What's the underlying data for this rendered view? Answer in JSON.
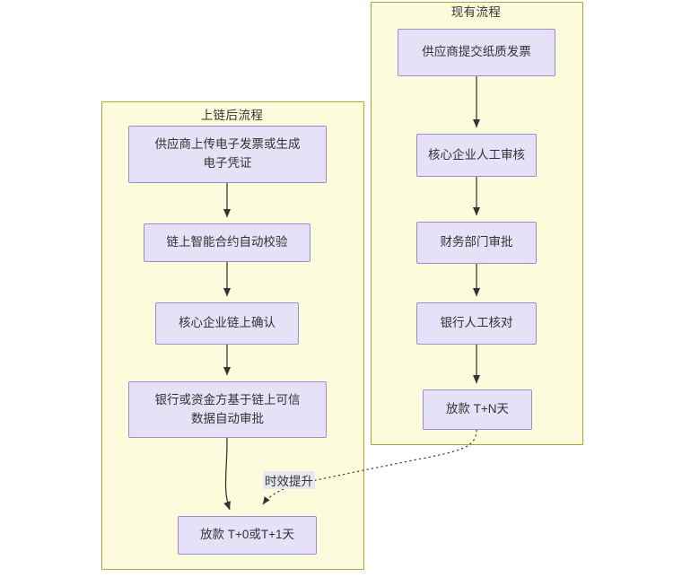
{
  "diagram": {
    "type": "flowchart",
    "title": "",
    "colors": {
      "panel_fill": "#fcfbdc",
      "panel_border": "#aaaa33",
      "node_fill": "#e5e1f7",
      "node_border": "#9d8bd6",
      "edge_stroke": "#333333",
      "text": "#333333",
      "label_fill": "#e8e8f0",
      "background": "#ffffff"
    },
    "panels": [
      {
        "id": "panel-existing",
        "title": "现有流程",
        "nodes": [
          {
            "id": "ex-1",
            "label": "供应商提交纸质发票"
          },
          {
            "id": "ex-2",
            "label": "核心企业人工审核"
          },
          {
            "id": "ex-3",
            "label": "财务部门审批"
          },
          {
            "id": "ex-4",
            "label": "银行人工核对"
          },
          {
            "id": "ex-5",
            "label": "放款 T+N天"
          }
        ]
      },
      {
        "id": "panel-onchain",
        "title": "上链后流程",
        "nodes": [
          {
            "id": "on-1",
            "label": "供应商上传电子发票或生成\n电子凭证"
          },
          {
            "id": "on-2",
            "label": "链上智能合约自动校验"
          },
          {
            "id": "on-3",
            "label": "核心企业链上确认"
          },
          {
            "id": "on-4",
            "label": "银行或资金方基于链上可信\n数据自动审批"
          },
          {
            "id": "on-5",
            "label": "放款 T+0或T+1天"
          }
        ]
      }
    ],
    "edges": [
      {
        "from": "ex-1",
        "to": "ex-2",
        "style": "solid",
        "label": ""
      },
      {
        "from": "ex-2",
        "to": "ex-3",
        "style": "solid",
        "label": ""
      },
      {
        "from": "ex-3",
        "to": "ex-4",
        "style": "solid",
        "label": ""
      },
      {
        "from": "ex-4",
        "to": "ex-5",
        "style": "solid",
        "label": ""
      },
      {
        "from": "on-1",
        "to": "on-2",
        "style": "solid",
        "label": ""
      },
      {
        "from": "on-2",
        "to": "on-3",
        "style": "solid",
        "label": ""
      },
      {
        "from": "on-3",
        "to": "on-4",
        "style": "solid",
        "label": ""
      },
      {
        "from": "on-4",
        "to": "on-5",
        "style": "solid",
        "label": ""
      },
      {
        "from": "ex-5",
        "to": "on-5",
        "style": "dotted",
        "label": "时效提升"
      }
    ],
    "edge_labels": {
      "efficiency": "时效提升"
    }
  }
}
